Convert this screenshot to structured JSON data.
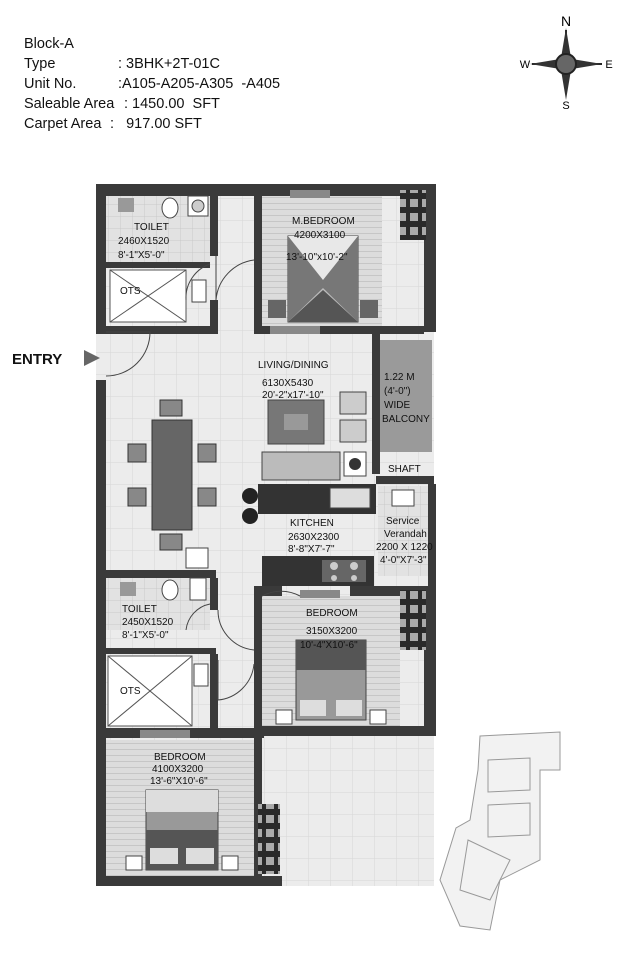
{
  "header": {
    "block": "Block-A",
    "type_label": "Type",
    "type_value": ": 3BHK+2T-01C",
    "unit_label": "Unit No.",
    "unit_value": ":A105-A205-A305  -A405",
    "saleable_label": "Saleable Area",
    "saleable_value": ": 1450.00  SFT",
    "carpet_label": "Carpet Area",
    "carpet_value": ":   917.00 SFT"
  },
  "compass": {
    "n": "N",
    "s": "S",
    "e": "E",
    "w": "W"
  },
  "entry": "ENTRY",
  "rooms": {
    "toilet1": {
      "name": "TOILET",
      "mm": "2460X1520",
      "ft": "8'-1\"X5'-0\""
    },
    "ots1": {
      "name": "OTS"
    },
    "mbed": {
      "name": "M.BEDROOM",
      "mm": "4200X3100",
      "ft": "13'-10\"x10'-2\""
    },
    "living": {
      "name": "LIVING/DINING",
      "mm": "6130X5430",
      "ft": "20'-2\"x17'-10\""
    },
    "balcony": {
      "l1": "1.22 M",
      "l2": "(4'-0\")",
      "l3": "WIDE",
      "l4": "BALCONY"
    },
    "shaft": {
      "name": "SHAFT"
    },
    "kitchen": {
      "name": "KITCHEN",
      "mm": "2630X2300",
      "ft": "8'-8\"X7'-7\""
    },
    "service": {
      "l1": "Service",
      "l2": "Verandah",
      "mm": "2200 X 1220",
      "ft": "4'-0\"X7'-3\""
    },
    "toilet2": {
      "name": "TOILET",
      "mm": "2450X1520",
      "ft": "8'-1\"X5'-0\""
    },
    "ots2": {
      "name": "OTS"
    },
    "bed2": {
      "name": "BEDROOM",
      "mm": "3150X3200",
      "ft": "10'-4\"X10'-6\""
    },
    "bed3": {
      "name": "BEDROOM",
      "mm": "4100X3200",
      "ft": "13'-6\"X10'-6\""
    }
  }
}
